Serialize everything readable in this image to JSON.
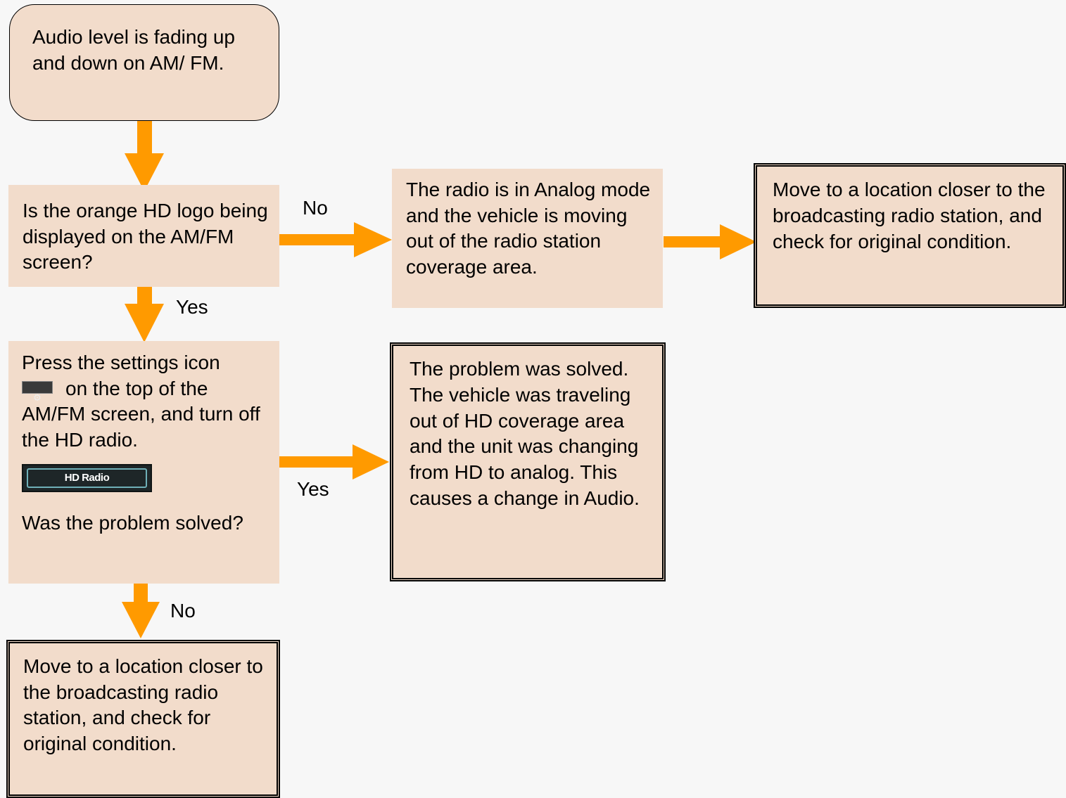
{
  "colors": {
    "box_fill": "#f2dccb",
    "arrow": "#ff9a00",
    "background": "#f7f7f7"
  },
  "start": {
    "text": "Audio level is fading up and down on AM/ FM."
  },
  "question1": {
    "text": "Is the orange HD logo being displayed on the AM/FM screen?"
  },
  "analog_box": {
    "text": "The radio is in Analog mode and the vehicle is moving out of the radio station coverage area."
  },
  "move_right": {
    "text": "Move to a location closer to the broadcasting radio station, and check for original condition."
  },
  "step2": {
    "line1": "Press the settings icon",
    "line2": "on the top of the AM/FM screen, and turn off the HD radio.",
    "settings_icon": "settings-icon",
    "hd_button_label": "HD Radio",
    "question": "Was the problem solved?"
  },
  "solved_box": {
    "text": "The problem was solved.  The vehicle was traveling out of HD coverage area and the unit was changing from HD to analog.  This causes a change in Audio."
  },
  "move_bottom": {
    "text": "Move to a location closer to the broadcasting radio station, and check for original condition."
  },
  "labels": {
    "no1": "No",
    "yes1": "Yes",
    "yes2": "Yes",
    "no2": "No"
  }
}
